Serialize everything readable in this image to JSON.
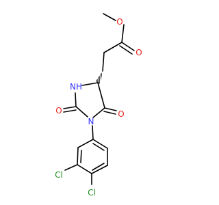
{
  "colors": {
    "bond": "#000000",
    "oxygen": "#e8231a",
    "nitrogen": "#3333ff",
    "chlorine": "#1f8f1f"
  },
  "atoms": {
    "o_methoxy": "O",
    "o_ester_carbonyl": "O",
    "n_amide": "NH",
    "o_left_carbonyl": "O",
    "n_ring": "N",
    "o_right_carbonyl": "O",
    "cl_upper": "Cl",
    "cl_lower": "Cl"
  }
}
